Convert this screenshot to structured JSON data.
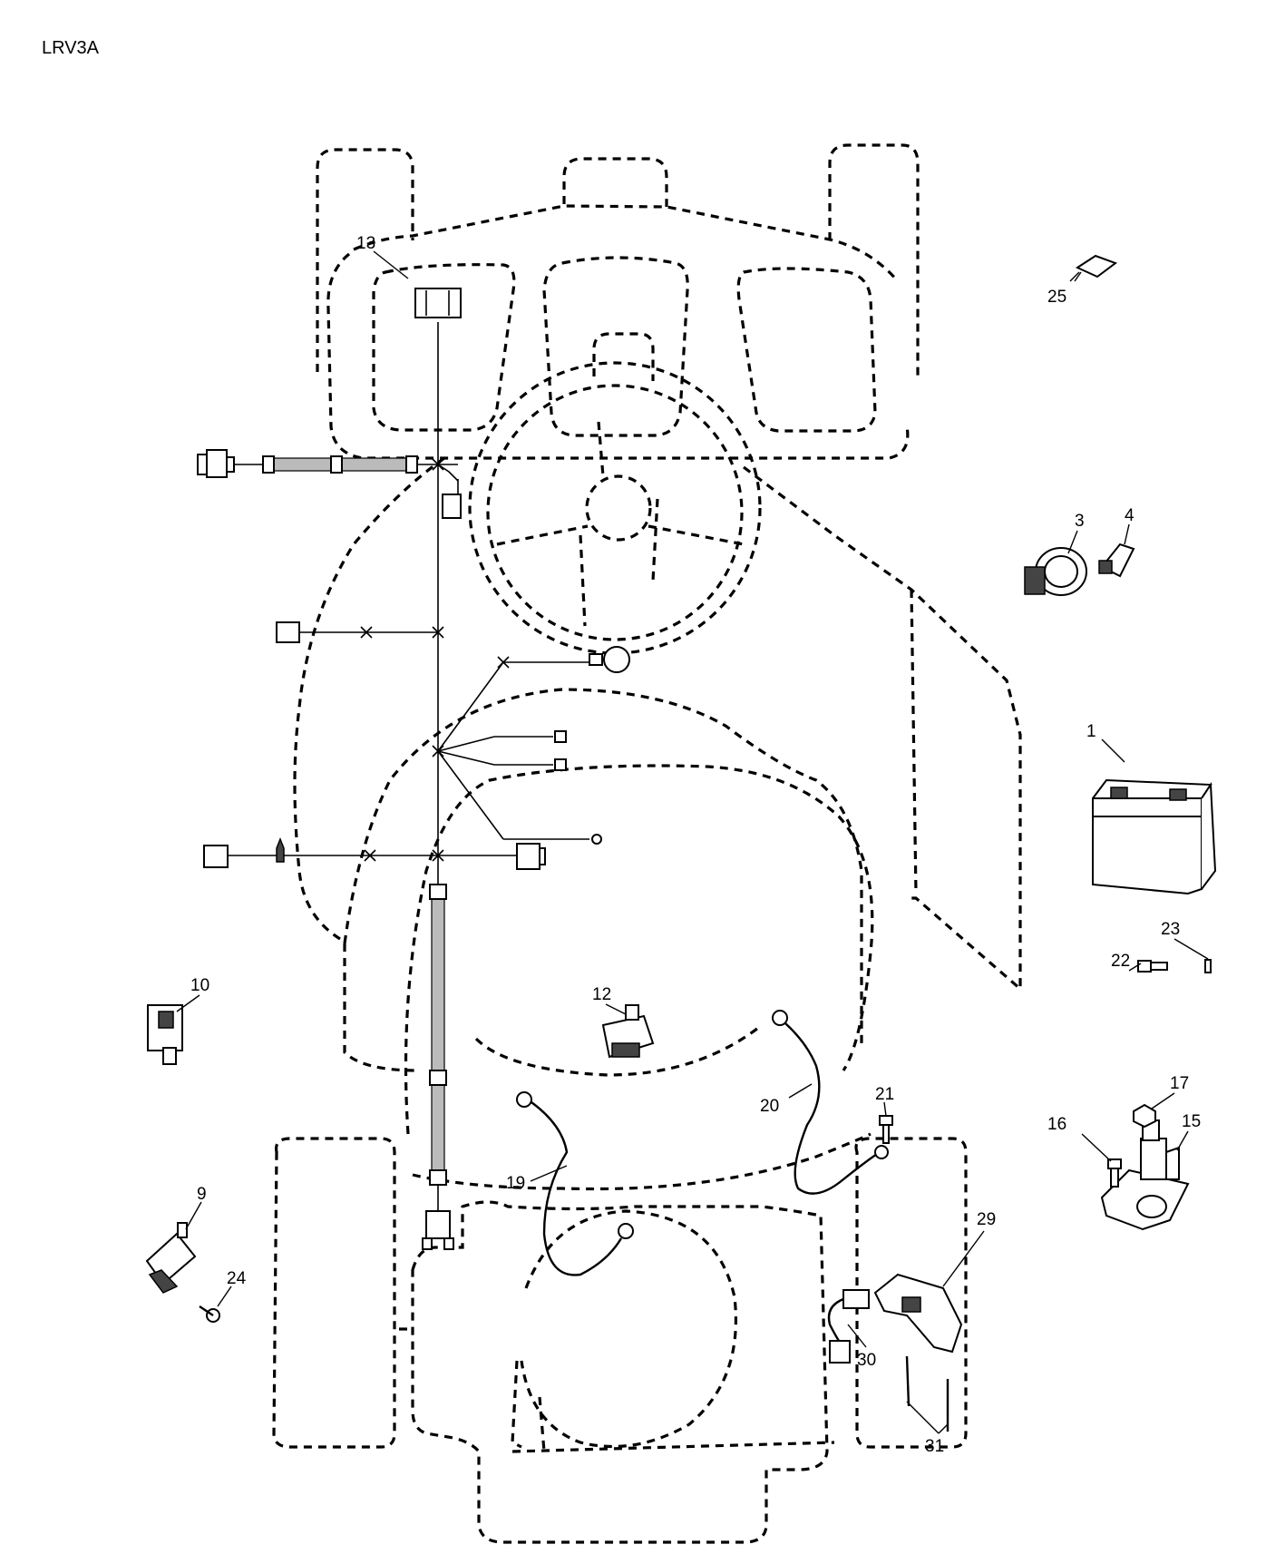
{
  "diagram": {
    "code": "LRV3A",
    "callouts": [
      {
        "id": "c1",
        "text": "1"
      },
      {
        "id": "c3",
        "text": "3"
      },
      {
        "id": "c4",
        "text": "4"
      },
      {
        "id": "c9",
        "text": "9"
      },
      {
        "id": "c10",
        "text": "10"
      },
      {
        "id": "c12",
        "text": "12"
      },
      {
        "id": "c13",
        "text": "13"
      },
      {
        "id": "c15",
        "text": "15"
      },
      {
        "id": "c16",
        "text": "16"
      },
      {
        "id": "c17",
        "text": "17"
      },
      {
        "id": "c19",
        "text": "19"
      },
      {
        "id": "c20",
        "text": "20"
      },
      {
        "id": "c21",
        "text": "21"
      },
      {
        "id": "c22",
        "text": "22"
      },
      {
        "id": "c23",
        "text": "23"
      },
      {
        "id": "c24",
        "text": "24"
      },
      {
        "id": "c25",
        "text": "25"
      },
      {
        "id": "c29",
        "text": "29"
      },
      {
        "id": "c30",
        "text": "30"
      },
      {
        "id": "c31",
        "text": "31"
      }
    ]
  }
}
